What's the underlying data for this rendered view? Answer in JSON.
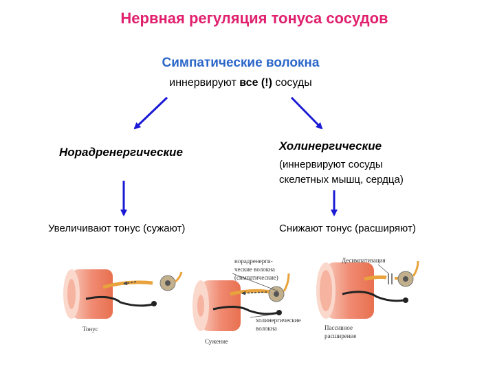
{
  "title": "Нервная регуляция тонуса сосудов",
  "sympathetic": {
    "heading": "Симпатические волокна",
    "line_pre": "иннервируют ",
    "line_bold": "все (!)",
    "line_post": " сосуды"
  },
  "left_branch": {
    "heading": "Норадренергические",
    "effect": "Увеличивают тонус (сужают)"
  },
  "right_branch": {
    "heading": "Холинергические",
    "note_line1": "(иннервируют сосуды",
    "note_line2": "скелетных мышц, сердца)",
    "effect": "Снижают тонус (расширяют)"
  },
  "figure": {
    "label_left": "Тонус",
    "label_middle": "Сужение",
    "label_right_line1": "Пассивное",
    "label_right_line2": "расширение",
    "note_top_line1": "норадренерги-",
    "note_top_line2": "ческие волокна",
    "note_top_line3": "(симпатические)",
    "note_bottom_line1": "холинергические",
    "note_bottom_line2": "волокна",
    "note_right": "Десимпатизация"
  },
  "colors": {
    "title": "#e0206e",
    "heading": "#2a66c8",
    "arrow": "#1a1ad6",
    "vessel": "#f39a84"
  }
}
